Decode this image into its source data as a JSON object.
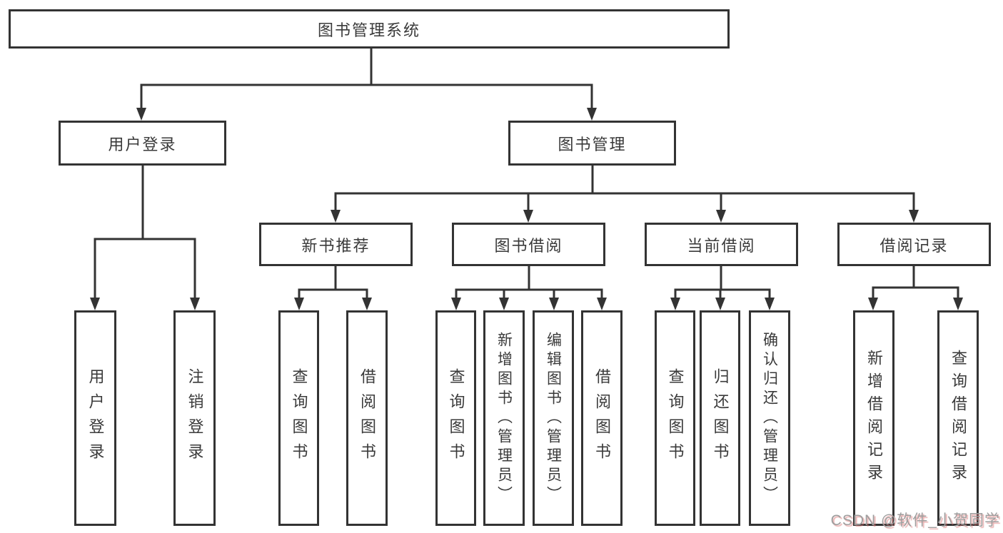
{
  "tree": {
    "label": "图书管理系统",
    "children": [
      {
        "label": "用户登录",
        "children": [
          {
            "label": "用户登录"
          },
          {
            "label": "注销登录"
          }
        ]
      },
      {
        "label": "图书管理",
        "children": [
          {
            "label": "新书推荐",
            "children": [
              {
                "label": "查询图书"
              },
              {
                "label": "借阅图书"
              }
            ]
          },
          {
            "label": "图书借阅",
            "children": [
              {
                "label": "查询图书"
              },
              {
                "label": "新增图书（管理员）"
              },
              {
                "label": "编辑图书（管理员）"
              },
              {
                "label": "借阅图书"
              }
            ]
          },
          {
            "label": "当前借阅",
            "children": [
              {
                "label": "查询图书"
              },
              {
                "label": "归还图书"
              },
              {
                "label": "确认归还（管理员）"
              }
            ]
          },
          {
            "label": "借阅记录",
            "children": [
              {
                "label": "新增借阅记录"
              },
              {
                "label": "查询借阅记录"
              }
            ]
          }
        ]
      }
    ]
  },
  "watermark": "CSDN @软件_小贺同学",
  "colors": {
    "line": "#333333",
    "text": "#3a3a3a",
    "background": "#ffffff",
    "watermark_gray": "#9e9e9e",
    "watermark_shadow": "#d96e6e"
  }
}
